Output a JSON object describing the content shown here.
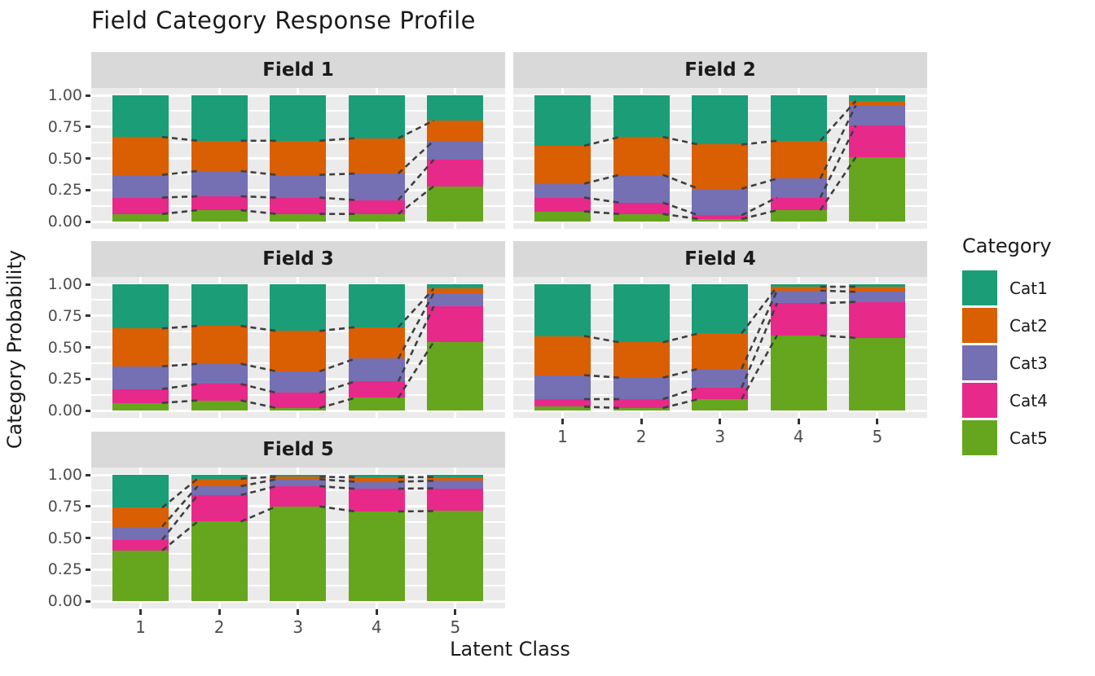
{
  "title": "Field Category Response Profile",
  "y_axis": {
    "title": "Category Probability",
    "tick_labels": [
      "1.00",
      "0.75",
      "0.50",
      "0.25",
      "0.00"
    ]
  },
  "x_axis": {
    "title": "Latent Class",
    "tick_labels": [
      "1",
      "2",
      "3",
      "4",
      "5"
    ]
  },
  "legend": {
    "title": "Category",
    "entries": [
      {
        "label": "Cat1",
        "color": "#1B9E77"
      },
      {
        "label": "Cat2",
        "color": "#D95F02"
      },
      {
        "label": "Cat3",
        "color": "#7570B3"
      },
      {
        "label": "Cat4",
        "color": "#E7298A"
      },
      {
        "label": "Cat5",
        "color": "#66A61E"
      }
    ]
  },
  "theme": {
    "panel_bg": "#EBEBEB",
    "strip_bg": "#D9D9D9",
    "gridline": "#FFFFFF",
    "tick_label_color": "#4D4D4D",
    "text_color": "#1A1A1A",
    "connector_color": "#3F3F3F"
  },
  "chart_data": {
    "type": "bar",
    "stacked": true,
    "title": "Field Category Response Profile",
    "xlabel": "Latent Class",
    "ylabel": "Category Probability",
    "ylim": [
      0,
      1
    ],
    "y_major_ticks": [
      0,
      0.25,
      0.5,
      0.75,
      1.0
    ],
    "y_minor_ticks": [
      0.125,
      0.375,
      0.625,
      0.875
    ],
    "categories": [
      "1",
      "2",
      "3",
      "4",
      "5"
    ],
    "legend_title": "Category",
    "legend_position": "right",
    "grid": true,
    "stack_order_bottom_to_top": [
      "Cat5",
      "Cat4",
      "Cat3",
      "Cat2",
      "Cat1"
    ],
    "series_colors": {
      "Cat1": "#1B9E77",
      "Cat2": "#D95F02",
      "Cat3": "#7570B3",
      "Cat4": "#E7298A",
      "Cat5": "#66A61E"
    },
    "connector_lines": "dashed segments join stacked-segment boundaries of adjacent bars",
    "facets": [
      {
        "label": "Field 1",
        "series": [
          {
            "name": "Cat1",
            "values": [
              0.33,
              0.36,
              0.36,
              0.34,
              0.2
            ]
          },
          {
            "name": "Cat2",
            "values": [
              0.3,
              0.24,
              0.27,
              0.28,
              0.16
            ]
          },
          {
            "name": "Cat3",
            "values": [
              0.18,
              0.2,
              0.18,
              0.21,
              0.15
            ]
          },
          {
            "name": "Cat4",
            "values": [
              0.13,
              0.11,
              0.13,
              0.11,
              0.21
            ]
          },
          {
            "name": "Cat5",
            "values": [
              0.06,
              0.09,
              0.06,
              0.06,
              0.28
            ]
          }
        ]
      },
      {
        "label": "Field 2",
        "series": [
          {
            "name": "Cat1",
            "values": [
              0.4,
              0.33,
              0.39,
              0.36,
              0.045
            ]
          },
          {
            "name": "Cat2",
            "values": [
              0.3,
              0.3,
              0.35,
              0.3,
              0.035
            ]
          },
          {
            "name": "Cat3",
            "values": [
              0.11,
              0.22,
              0.21,
              0.15,
              0.16
            ]
          },
          {
            "name": "Cat4",
            "values": [
              0.11,
              0.09,
              0.03,
              0.1,
              0.25
            ]
          },
          {
            "name": "Cat5",
            "values": [
              0.08,
              0.06,
              0.02,
              0.09,
              0.51
            ]
          }
        ]
      },
      {
        "label": "Field 3",
        "series": [
          {
            "name": "Cat1",
            "values": [
              0.35,
              0.33,
              0.37,
              0.34,
              0.035
            ]
          },
          {
            "name": "Cat2",
            "values": [
              0.3,
              0.3,
              0.32,
              0.25,
              0.035
            ]
          },
          {
            "name": "Cat3",
            "values": [
              0.18,
              0.16,
              0.17,
              0.18,
              0.105
            ]
          },
          {
            "name": "Cat4",
            "values": [
              0.11,
              0.13,
              0.12,
              0.13,
              0.28
            ]
          },
          {
            "name": "Cat5",
            "values": [
              0.06,
              0.08,
              0.02,
              0.1,
              0.545
            ]
          }
        ]
      },
      {
        "label": "Field 4",
        "series": [
          {
            "name": "Cat1",
            "values": [
              0.41,
              0.46,
              0.39,
              0.02,
              0.02
            ]
          },
          {
            "name": "Cat2",
            "values": [
              0.31,
              0.28,
              0.28,
              0.03,
              0.04
            ]
          },
          {
            "name": "Cat3",
            "values": [
              0.19,
              0.17,
              0.15,
              0.1,
              0.08
            ]
          },
          {
            "name": "Cat4",
            "values": [
              0.06,
              0.07,
              0.09,
              0.255,
              0.285
            ]
          },
          {
            "name": "Cat5",
            "values": [
              0.03,
              0.02,
              0.09,
              0.595,
              0.575
            ]
          }
        ]
      },
      {
        "label": "Field 5",
        "series": [
          {
            "name": "Cat1",
            "values": [
              0.26,
              0.03,
              0.015,
              0.02,
              0.017
            ]
          },
          {
            "name": "Cat2",
            "values": [
              0.15,
              0.06,
              0.02,
              0.035,
              0.03
            ]
          },
          {
            "name": "Cat3",
            "values": [
              0.105,
              0.07,
              0.055,
              0.055,
              0.06
            ]
          },
          {
            "name": "Cat4",
            "values": [
              0.085,
              0.21,
              0.16,
              0.18,
              0.18
            ]
          },
          {
            "name": "Cat5",
            "values": [
              0.4,
              0.63,
              0.75,
              0.71,
              0.713
            ]
          }
        ]
      }
    ]
  }
}
